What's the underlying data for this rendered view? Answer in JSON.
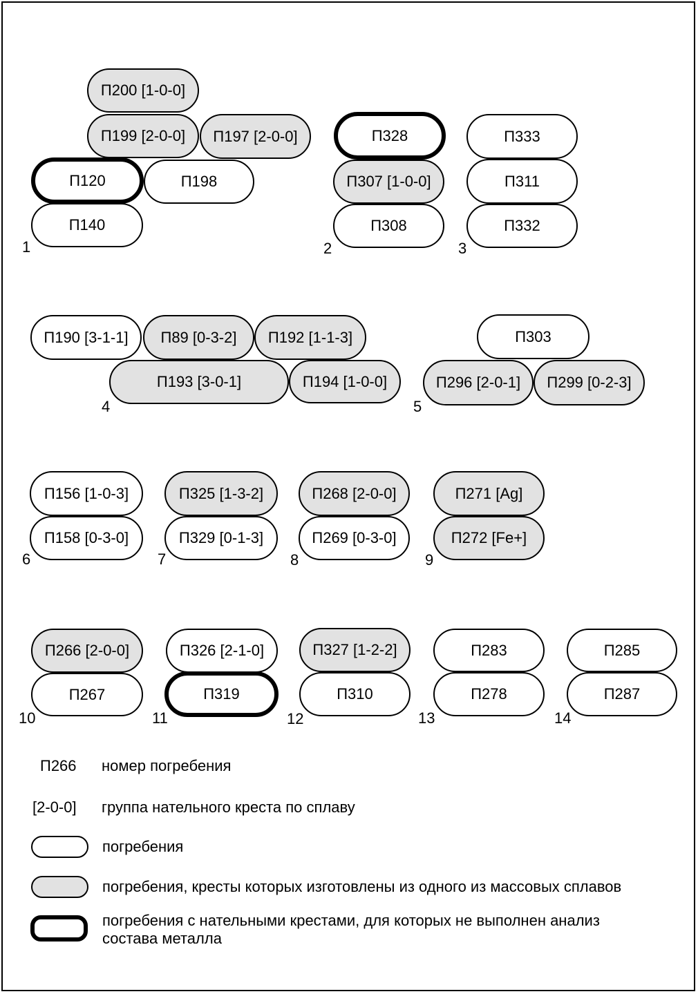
{
  "figure": {
    "groups": [
      {
        "number": "1",
        "pills": [
          {
            "label": "П200 [1-0-0]",
            "variant": "gray"
          },
          {
            "label": "П199 [2-0-0]",
            "variant": "gray"
          },
          {
            "label": "П197 [2-0-0]",
            "variant": "gray"
          },
          {
            "label": "П120",
            "variant": "thick"
          },
          {
            "label": "П198",
            "variant": "plain"
          },
          {
            "label": "П140",
            "variant": "plain"
          }
        ]
      },
      {
        "number": "2",
        "pills": [
          {
            "label": "П328",
            "variant": "thick"
          },
          {
            "label": "П307 [1-0-0]",
            "variant": "gray"
          },
          {
            "label": "П308",
            "variant": "plain"
          }
        ]
      },
      {
        "number": "3",
        "pills": [
          {
            "label": "П333",
            "variant": "plain"
          },
          {
            "label": "П311",
            "variant": "plain"
          },
          {
            "label": "П332",
            "variant": "plain"
          }
        ]
      },
      {
        "number": "4",
        "pills": [
          {
            "label": "П190 [3-1-1]",
            "variant": "plain"
          },
          {
            "label": "П89 [0-3-2]",
            "variant": "gray"
          },
          {
            "label": "П192 [1-1-3]",
            "variant": "gray"
          },
          {
            "label": "П193 [3-0-1]",
            "variant": "gray"
          },
          {
            "label": "П194 [1-0-0]",
            "variant": "gray"
          }
        ]
      },
      {
        "number": "5",
        "pills": [
          {
            "label": "П303",
            "variant": "plain"
          },
          {
            "label": "П296 [2-0-1]",
            "variant": "gray"
          },
          {
            "label": "П299 [0-2-3]",
            "variant": "gray"
          }
        ]
      },
      {
        "number": "6",
        "pills": [
          {
            "label": "П156 [1-0-3]",
            "variant": "plain"
          },
          {
            "label": "П158 [0-3-0]",
            "variant": "plain"
          }
        ]
      },
      {
        "number": "7",
        "pills": [
          {
            "label": "П325 [1-3-2]",
            "variant": "gray"
          },
          {
            "label": "П329 [0-1-3]",
            "variant": "plain"
          }
        ]
      },
      {
        "number": "8",
        "pills": [
          {
            "label": "П268 [2-0-0]",
            "variant": "gray"
          },
          {
            "label": "П269 [0-3-0]",
            "variant": "plain"
          }
        ]
      },
      {
        "number": "9",
        "pills": [
          {
            "label": "П271 [Ag]",
            "variant": "gray"
          },
          {
            "label": "П272 [Fe+]",
            "variant": "gray"
          }
        ]
      },
      {
        "number": "10",
        "pills": [
          {
            "label": "П266 [2-0-0]",
            "variant": "gray"
          },
          {
            "label": "П267",
            "variant": "plain"
          }
        ]
      },
      {
        "number": "11",
        "pills": [
          {
            "label": "П326 [2-1-0]",
            "variant": "plain"
          },
          {
            "label": "П319",
            "variant": "thick"
          }
        ]
      },
      {
        "number": "12",
        "pills": [
          {
            "label": "П327 [1-2-2]",
            "variant": "gray"
          },
          {
            "label": "П310",
            "variant": "plain"
          }
        ]
      },
      {
        "number": "13",
        "pills": [
          {
            "label": "П283",
            "variant": "plain"
          },
          {
            "label": "П278",
            "variant": "plain"
          }
        ]
      },
      {
        "number": "14",
        "pills": [
          {
            "label": "П285",
            "variant": "plain"
          },
          {
            "label": "П287",
            "variant": "plain"
          }
        ]
      }
    ]
  },
  "legend": {
    "burial_number_sample": "П266",
    "burial_number_desc": "номер погребения",
    "alloy_group_sample": "[2-0-0]",
    "alloy_group_desc": "группа нательного креста по сплаву",
    "plain_desc": "погребения",
    "gray_desc": "погребения, кресты которых изготовлены из одного из массовых сплавов",
    "thick_desc_line1": "погребения с нательными крестами, для которых не выполнен анализ",
    "thick_desc_line2": "состава металла"
  },
  "colors": {
    "mass_alloy_fill": "#e2e2e2",
    "plain_fill": "#ffffff",
    "outline": "#000000"
  }
}
